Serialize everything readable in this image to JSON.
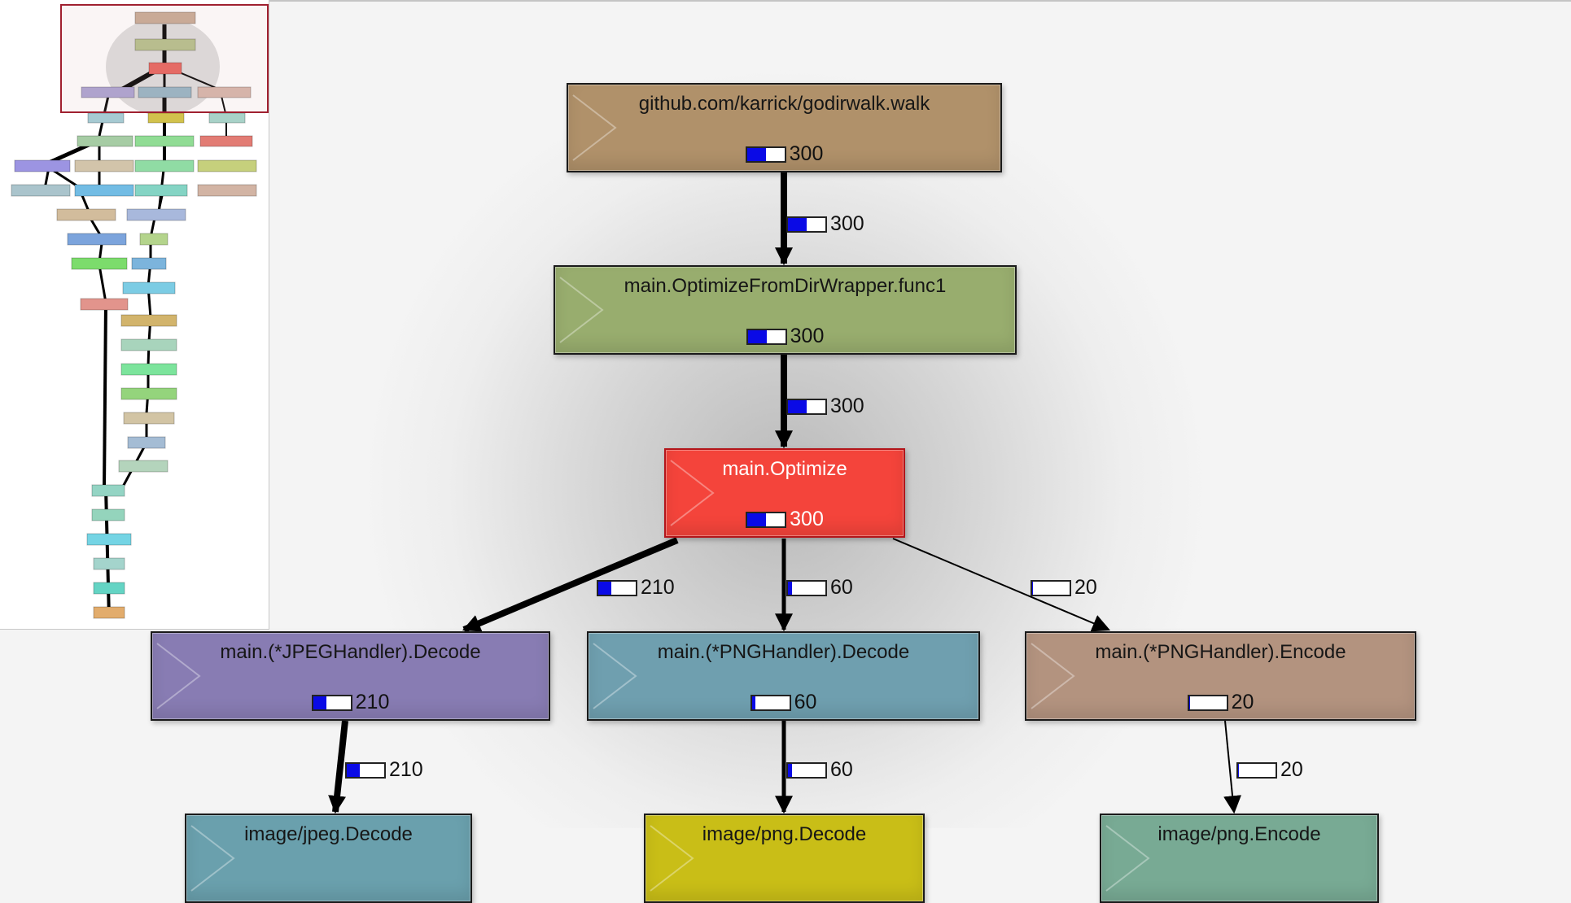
{
  "graph": {
    "nodes": [
      {
        "id": "walk",
        "label": "github.com/karrick/godirwalk.walk",
        "count": "300",
        "fraction": 0.5,
        "color": "#b0916a"
      },
      {
        "id": "wrapper",
        "label": "main.OptimizeFromDirWrapper.func1",
        "count": "300",
        "fraction": 0.5,
        "color": "#98ad6e"
      },
      {
        "id": "optimize",
        "label": "main.Optimize",
        "count": "300",
        "fraction": 0.5,
        "color": "#f4443b",
        "selected": true
      },
      {
        "id": "jpeg_decode",
        "label": "main.(*JPEGHandler).Decode",
        "count": "210",
        "fraction": 0.35,
        "color": "#887cb3"
      },
      {
        "id": "png_decode",
        "label": "main.(*PNGHandler).Decode",
        "count": "60",
        "fraction": 0.1,
        "color": "#6f9faf"
      },
      {
        "id": "png_encode",
        "label": "main.(*PNGHandler).Encode",
        "count": "20",
        "fraction": 0.03,
        "color": "#b3937f"
      },
      {
        "id": "img_jpeg_decode",
        "label": "image/jpeg.Decode",
        "count": "",
        "fraction": 0,
        "color": "#6aa0ad"
      },
      {
        "id": "img_png_decode",
        "label": "image/png.Decode",
        "count": "",
        "fraction": 0,
        "color": "#c9be17"
      },
      {
        "id": "img_png_encode",
        "label": "image/png.Encode",
        "count": "",
        "fraction": 0,
        "color": "#78aa94"
      }
    ],
    "edges": [
      {
        "from": "walk",
        "to": "wrapper",
        "count": "300",
        "fraction": 0.5
      },
      {
        "from": "wrapper",
        "to": "optimize",
        "count": "300",
        "fraction": 0.5
      },
      {
        "from": "optimize",
        "to": "jpeg_decode",
        "count": "210",
        "fraction": 0.35
      },
      {
        "from": "optimize",
        "to": "png_decode",
        "count": "60",
        "fraction": 0.1
      },
      {
        "from": "optimize",
        "to": "png_encode",
        "count": "20",
        "fraction": 0.03
      },
      {
        "from": "jpeg_decode",
        "to": "img_jpeg_decode",
        "count": "210",
        "fraction": 0.35
      },
      {
        "from": "png_decode",
        "to": "img_png_decode",
        "count": "60",
        "fraction": 0.1
      },
      {
        "from": "png_encode",
        "to": "img_png_encode",
        "count": "20",
        "fraction": 0.03
      }
    ]
  },
  "minimap": {
    "node_colors": [
      "#c8aa94",
      "#b4c08a",
      "#e8625c",
      "#aaa2d2",
      "#94b4c4",
      "#d6b6aa",
      "#a6cad2",
      "#d2c24c",
      "#a8d2c8",
      "#a6cca4",
      "#90dc94",
      "#e27c74",
      "#9c94e2",
      "#d2c4aa",
      "#90dca4",
      "#c6d07c",
      "#aac4cc",
      "#72bce4",
      "#84d4c4",
      "#d2b4a4",
      "#d2bc9c",
      "#a8b8dc",
      "#7ca4dc",
      "#b4d48c",
      "#7cdc6c",
      "#7cb4dc",
      "#7ccce4",
      "#e2948c",
      "#d2b46c",
      "#a8d4bc",
      "#7ce49c",
      "#94d47c",
      "#d2c4a4",
      "#a4bcd4",
      "#b4d4bc",
      "#94d4c4",
      "#94d4bc",
      "#74d4e4",
      "#a4d4cc",
      "#64d4c4",
      "#e2ac6c"
    ]
  }
}
